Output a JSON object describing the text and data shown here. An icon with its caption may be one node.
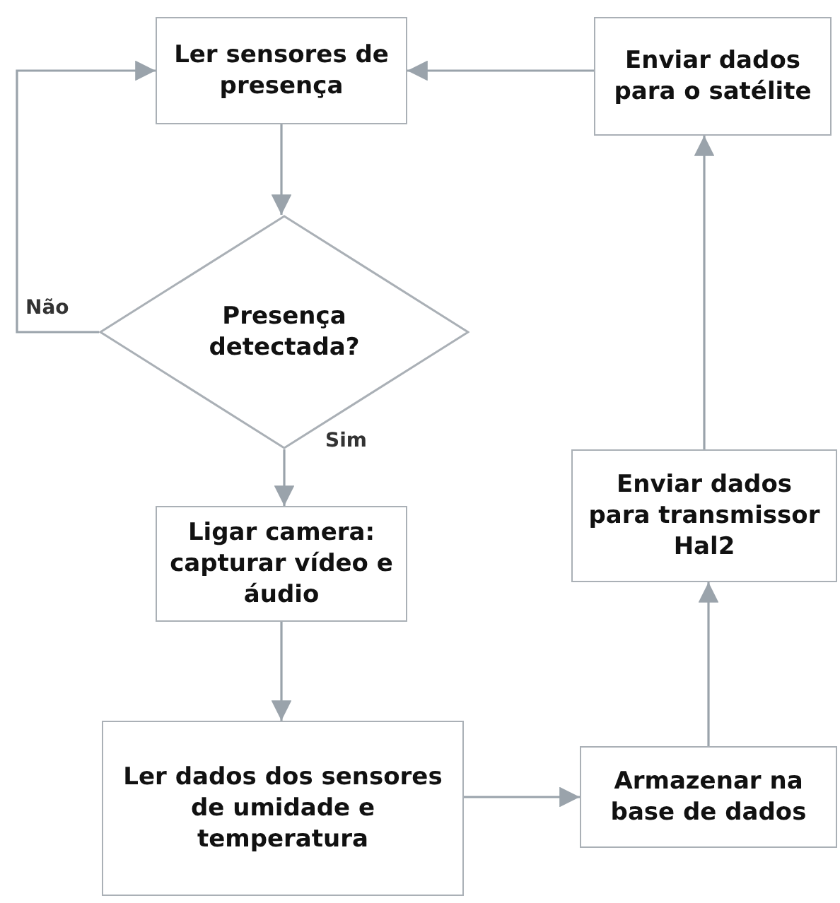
{
  "diagram": {
    "nodes": [
      {
        "text": [
          "Ler sensores de presença"
        ]
      },
      {
        "text": [
          "Presença detectada?"
        ]
      },
      {
        "text": [
          "Ligar camera: capturar vídeo e áudio"
        ]
      },
      {
        "text": [
          "Ler dados dos sensores de umidade e temperatura"
        ]
      },
      {
        "text": [
          "Armazenar na base de dados"
        ]
      },
      {
        "text": [
          "Enviar dados para transmissor Hal2"
        ]
      },
      {
        "text": [
          "Enviar dados para o satélite"
        ]
      }
    ],
    "edges": [
      {
        "from": 0,
        "to": 1,
        "arrow": "to"
      },
      {
        "from": 1,
        "to": 2,
        "arrow": "to",
        "label": "Sim"
      },
      {
        "from": 1,
        "to": 0,
        "arrow": "to",
        "label": "Não"
      },
      {
        "from": 2,
        "to": 3,
        "arrow": "to"
      },
      {
        "from": 3,
        "to": 4,
        "arrow": "to"
      },
      {
        "from": 4,
        "to": 5,
        "arrow": "to"
      },
      {
        "from": 5,
        "to": 6,
        "arrow": "to"
      },
      {
        "from": 6,
        "to": 0,
        "arrow": "to"
      }
    ]
  }
}
